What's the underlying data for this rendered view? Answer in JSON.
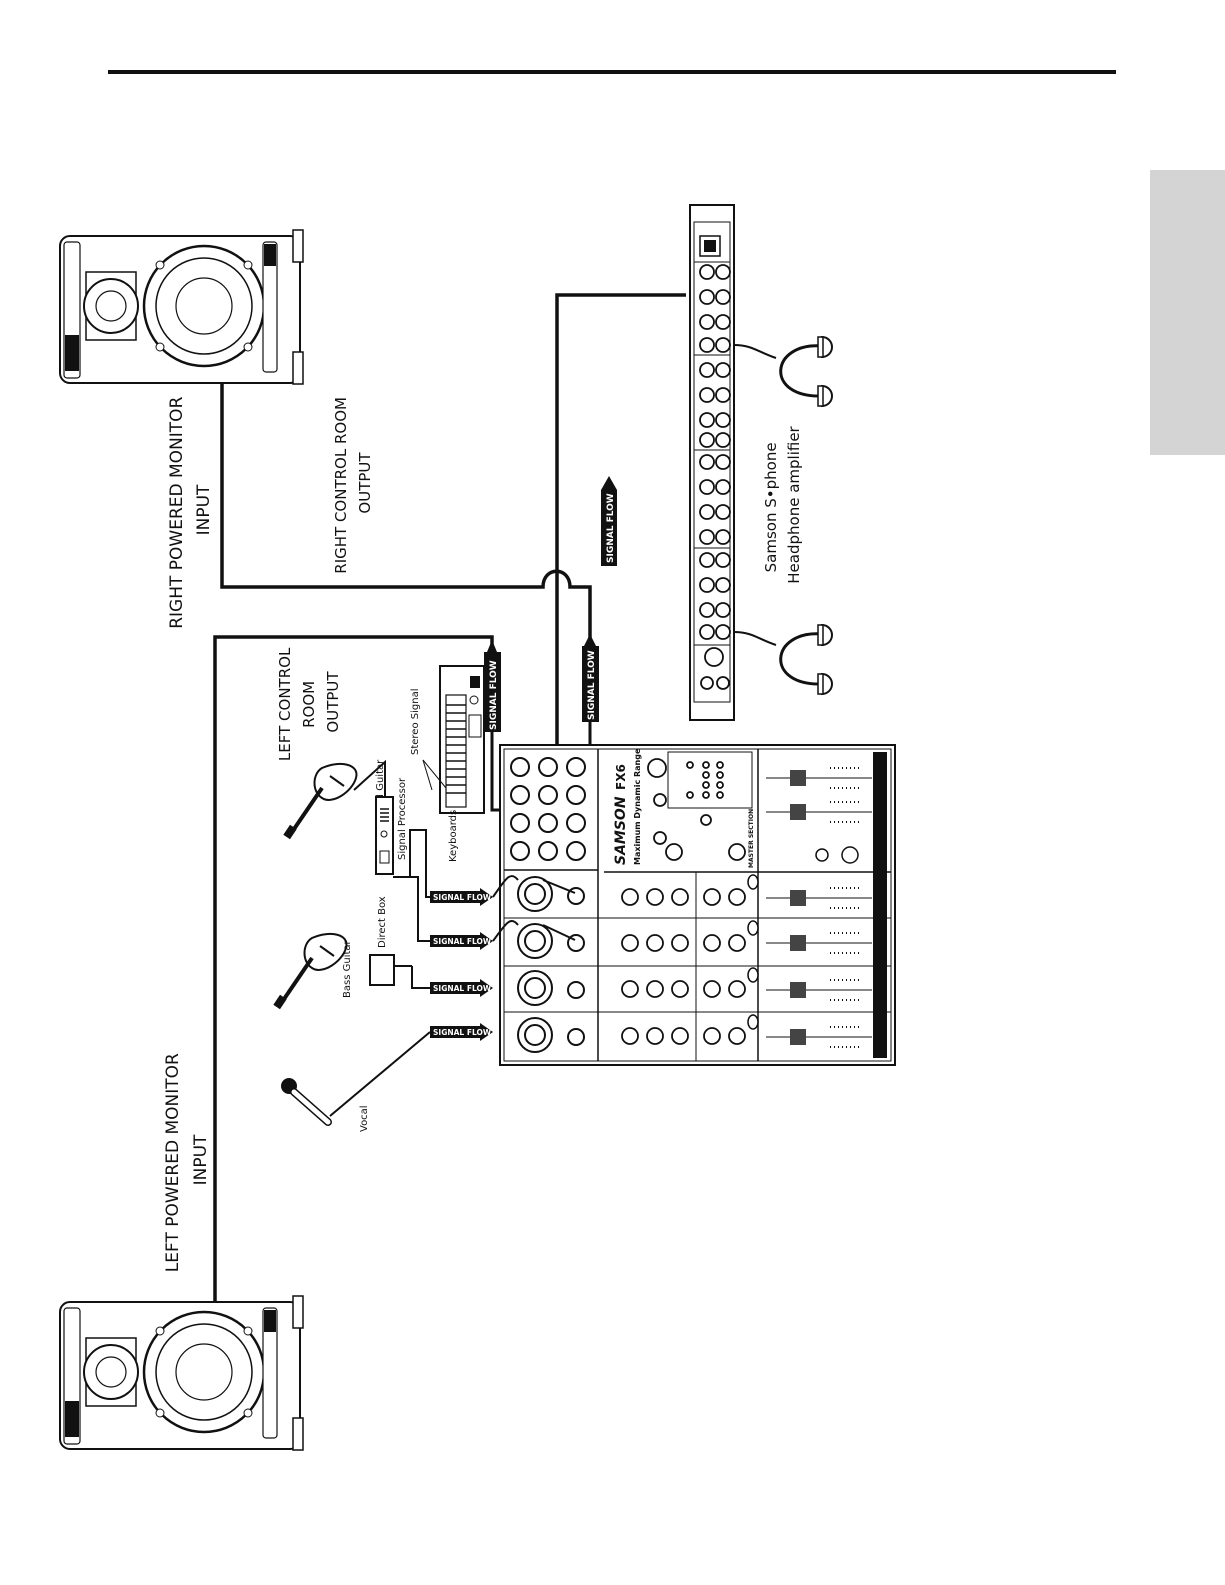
{
  "labels": {
    "right_monitor_line1": "RIGHT POWERED MONITOR",
    "right_monitor_line2": "INPUT",
    "right_ctrl_line1": "RIGHT CONTROL ROOM",
    "right_ctrl_line2": "OUTPUT",
    "left_monitor_line1": "LEFT POWERED MONITOR",
    "left_monitor_line2": "INPUT",
    "left_ctrl_line1": "LEFT CONTROL",
    "left_ctrl_line2": "ROOM",
    "left_ctrl_line3": "OUTPUT",
    "signal_flow": "SIGNAL FLOW",
    "headphone_amp_line1": "Samson S•phone",
    "headphone_amp_line2": "Headphone amplifier",
    "lead_guitar": "Lead Guitar",
    "signal_processor": "Signal Processor",
    "stereo_signal": "Stereo Signal",
    "keyboards": "Keyboards",
    "direct_box": "Direct Box",
    "bass_guitar": "Bass Guitar",
    "vocal": "Vocal",
    "samson_badge": "SAMSON",
    "mixer_brand": "SAMSON",
    "mixer_model": "FX6",
    "mixer_tagline": "Maximum Dynamic Range",
    "master_section": "MASTER SECTION"
  },
  "colors": {
    "line": "#111111",
    "tab": "#d4d4d4"
  }
}
